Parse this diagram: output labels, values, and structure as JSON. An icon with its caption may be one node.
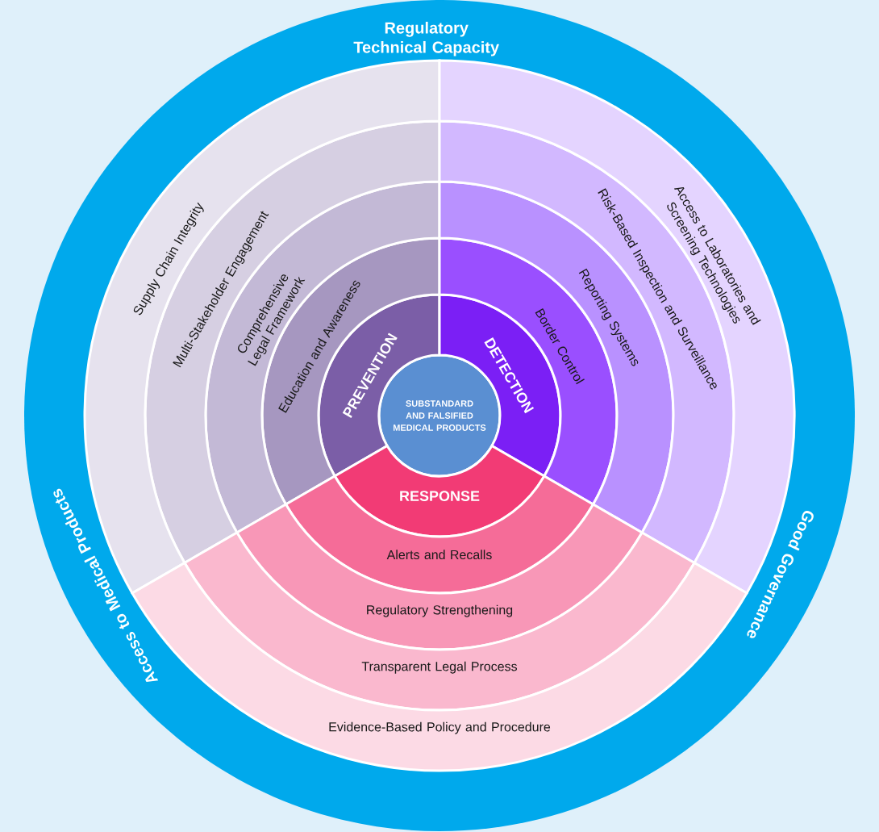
{
  "diagram": {
    "nodes": [
      {
        "text": [
          "Regulatory Technical Capacity",
          "Good Governance",
          "Access to Medical Products"
        ]
      },
      {
        "text": [
          "SUBSTANDARD AND FALSIFIED MEDICAL PRODUCTS"
        ],
        "in": 0
      },
      {
        "text": [
          "PREVENTION"
        ],
        "in": 0
      },
      {
        "text": [
          "Education and Awareness"
        ],
        "in": 0
      },
      {
        "text": [
          "Comprehensive Legal Framework"
        ],
        "in": 0
      },
      {
        "text": [
          "Multi-Stakeholder Engagement"
        ],
        "in": 0
      },
      {
        "text": [
          "Supply Chain Integrity"
        ],
        "in": 0
      },
      {
        "text": [
          "DETECTION"
        ],
        "in": 0
      },
      {
        "text": [
          "Border Control"
        ],
        "in": 0
      },
      {
        "text": [
          "Reporting Systems"
        ],
        "in": 0
      },
      {
        "text": [
          "Risk-Based Inspection and Surveillance"
        ],
        "in": 0
      },
      {
        "text": [
          "Access to Laboratories and Screening Technologies"
        ],
        "in": 0
      },
      {
        "text": [
          "RESPONSE"
        ],
        "in": 0
      },
      {
        "text": [
          "Alerts and Recalls"
        ],
        "in": 0
      },
      {
        "text": [
          "Regulatory Strengthening"
        ],
        "in": 0
      },
      {
        "text": [
          "Transparent Legal Process"
        ],
        "in": 0
      },
      {
        "text": [
          "Evidence-Based Policy and Procedure"
        ],
        "in": 0
      }
    ]
  }
}
